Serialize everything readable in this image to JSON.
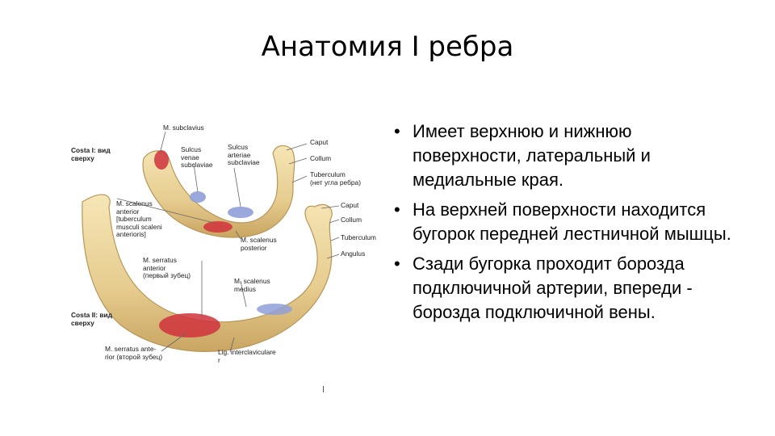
{
  "slide": {
    "title": "Анатомия I ребра",
    "bullets": [
      "Имеет верхнюю и нижнюю поверхности, латеральный и медиальные края.",
      "На верхней поверхности находится бугорок передней лестничной мышцы.",
      "Сзади бугорка проходит борозда подключичной артерии, впереди - борозда подключичной вены."
    ],
    "bullet_glyph": "•"
  },
  "figure": {
    "labels": {
      "costa1": "Costa I: вид\nсверху",
      "m_subclavius": "M. subclavius",
      "sulcus_venae": "Sulcus\nvenae\nsubclaviae",
      "sulcus_arteriae": "Sulcus\narteriae\nsubclaviae",
      "caput1": "Caput",
      "collum1": "Collum",
      "tuberculum1": "Tuberculum\n(нет угла ребра)",
      "m_scalenus_anterior": "M. scalenus\nanterior\n[tuberculum\nmusculi scaleni\nanterioris]",
      "caput2": "Caput",
      "collum2": "Collum",
      "tuberculum2": "Tuberculum",
      "angulus": "Angulus",
      "m_scalenus_posterior": "M. scalenus\nposterior",
      "m_serratus_1": "M. serratus\nanterior\n(первый зубец)",
      "m_scalenus_medius": "M. scalenus\nmedius",
      "costa2": "Costa II: вид\nсверху",
      "m_serratus_2": "M. serratus ante-\nrior (второй зубец)",
      "lig_intercl": "Lig. interclaviculare\nr"
    },
    "colors": {
      "bone": "#e9d29a",
      "bone_dark": "#c9a865",
      "muscle": "#d0333c",
      "vessel": "#8f9fd8",
      "line": "#666666"
    }
  }
}
